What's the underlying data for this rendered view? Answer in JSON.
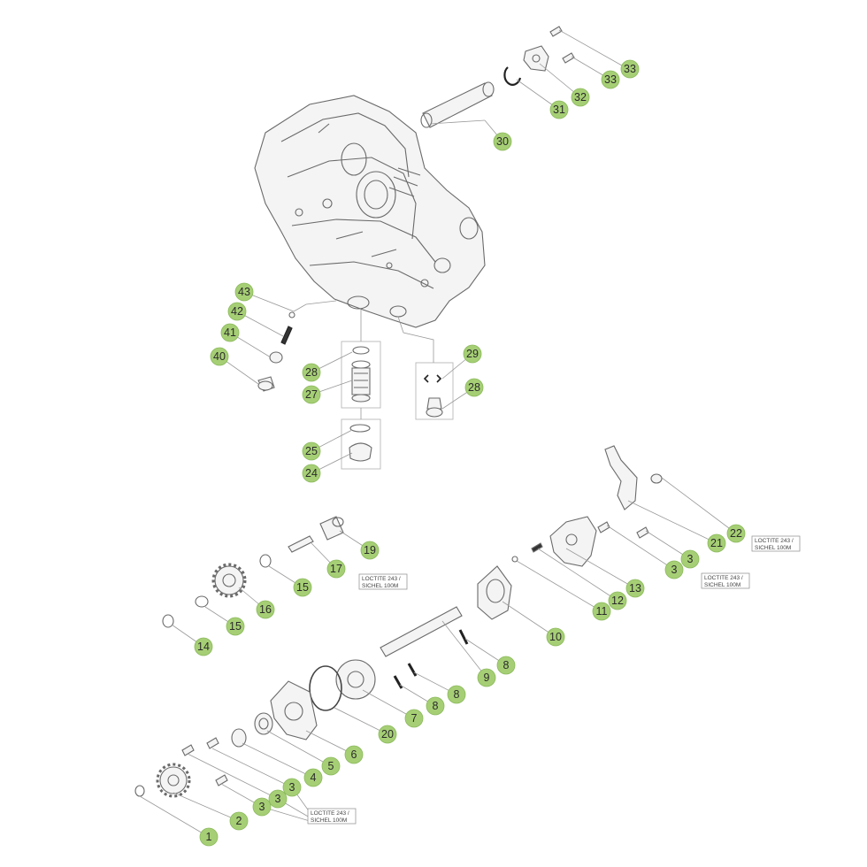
{
  "callouts": [
    {
      "id": "c1",
      "label": "33"
    },
    {
      "id": "c2",
      "label": "33"
    },
    {
      "id": "c3",
      "label": "32"
    },
    {
      "id": "c4",
      "label": "31"
    },
    {
      "id": "c5",
      "label": "30"
    },
    {
      "id": "c6",
      "label": "43"
    },
    {
      "id": "c7",
      "label": "42"
    },
    {
      "id": "c8",
      "label": "41"
    },
    {
      "id": "c9",
      "label": "40"
    },
    {
      "id": "c10",
      "label": "28"
    },
    {
      "id": "c11",
      "label": "27"
    },
    {
      "id": "c12",
      "label": "29"
    },
    {
      "id": "c13",
      "label": "28"
    },
    {
      "id": "c14",
      "label": "25"
    },
    {
      "id": "c15",
      "label": "24"
    },
    {
      "id": "c16",
      "label": "22"
    },
    {
      "id": "c17",
      "label": "21"
    },
    {
      "id": "c18",
      "label": "3"
    },
    {
      "id": "c19",
      "label": "3"
    },
    {
      "id": "c20",
      "label": "19"
    },
    {
      "id": "c21",
      "label": "17"
    },
    {
      "id": "c22",
      "label": "15"
    },
    {
      "id": "c23",
      "label": "16"
    },
    {
      "id": "c24",
      "label": "15"
    },
    {
      "id": "c25",
      "label": "14"
    },
    {
      "id": "c26",
      "label": "11"
    },
    {
      "id": "c27",
      "label": "12"
    },
    {
      "id": "c28",
      "label": "13"
    },
    {
      "id": "c29",
      "label": "10"
    },
    {
      "id": "c30",
      "label": "8"
    },
    {
      "id": "c31",
      "label": "9"
    },
    {
      "id": "c32",
      "label": "8"
    },
    {
      "id": "c33",
      "label": "8"
    },
    {
      "id": "c34",
      "label": "7"
    },
    {
      "id": "c35",
      "label": "20"
    },
    {
      "id": "c36",
      "label": "6"
    },
    {
      "id": "c37",
      "label": "5"
    },
    {
      "id": "c38",
      "label": "4"
    },
    {
      "id": "c39",
      "label": "3"
    },
    {
      "id": "c40",
      "label": "3"
    },
    {
      "id": "c41",
      "label": "3"
    },
    {
      "id": "c42",
      "label": "2"
    },
    {
      "id": "c43",
      "label": "1"
    }
  ],
  "notes": [
    {
      "id": "n1",
      "line1": "LOCTITE 243 /",
      "line2": "SICHEL 100M"
    },
    {
      "id": "n2",
      "line1": "LOCTITE 243 /",
      "line2": "SICHEL 100M"
    },
    {
      "id": "n3",
      "line1": "LOCTITE 243 /",
      "line2": "SICHEL 100M"
    },
    {
      "id": "n4",
      "line1": "LOCTITE 243 /",
      "line2": "SICHEL 100M"
    }
  ],
  "colors": {
    "callout_fill": "#a6cf75",
    "line": "#6a6a6a"
  }
}
